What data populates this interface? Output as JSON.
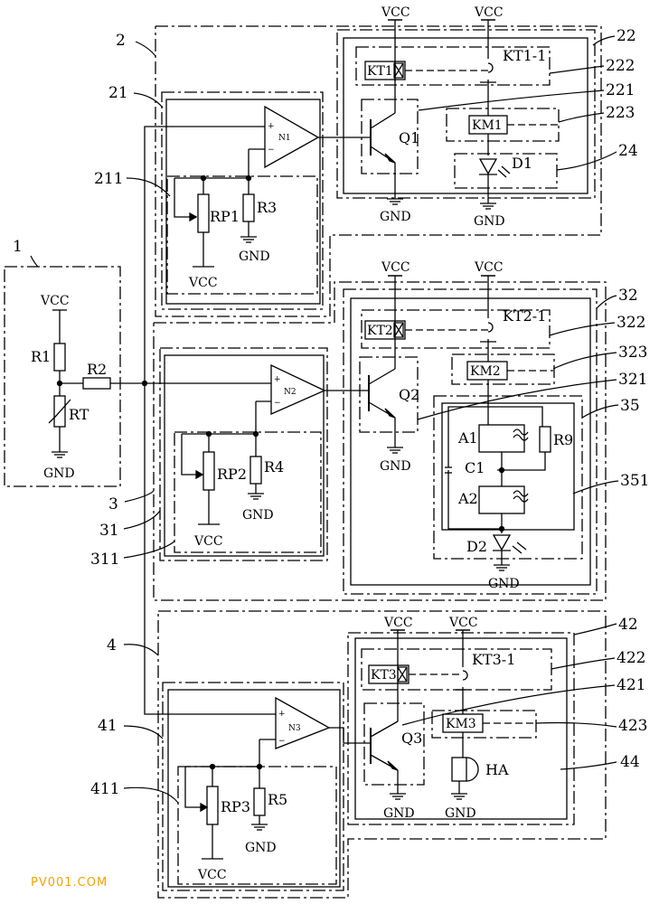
{
  "labels": {
    "vcc": "VCC",
    "gnd": "GND",
    "r1": "R1",
    "r2": "R2",
    "rt": "RT",
    "rp1": "RP1",
    "r3": "R3",
    "n1": "N1",
    "rp2": "RP2",
    "r4": "R4",
    "n2": "N2",
    "rp3": "RP3",
    "r5": "R5",
    "n3": "N3",
    "q1": "Q1",
    "q2": "Q2",
    "q3": "Q3",
    "kt1": "KT1",
    "kt11": "KT1-1",
    "km1": "KM1",
    "d1": "D1",
    "kt2": "KT2",
    "kt21": "KT2-1",
    "km2": "KM2",
    "d2": "D2",
    "kt3": "KT3",
    "kt31": "KT3-1",
    "km3": "KM3",
    "ha": "HA",
    "a1": "A1",
    "a2": "A2",
    "c1": "C1",
    "r9": "R9"
  },
  "refs": {
    "r1": "1",
    "r2": "2",
    "r21": "21",
    "r211": "211",
    "r22": "22",
    "r222": "222",
    "r221": "221",
    "r223": "223",
    "r24": "24",
    "r3": "3",
    "r31": "31",
    "r311": "311",
    "r32": "32",
    "r322": "322",
    "r323": "323",
    "r321": "321",
    "r35": "35",
    "r351": "351",
    "r4": "4",
    "r41": "41",
    "r411": "411",
    "r42": "42",
    "r422": "422",
    "r421": "421",
    "r423": "423",
    "r44": "44"
  },
  "watermark": "PV001.COM"
}
